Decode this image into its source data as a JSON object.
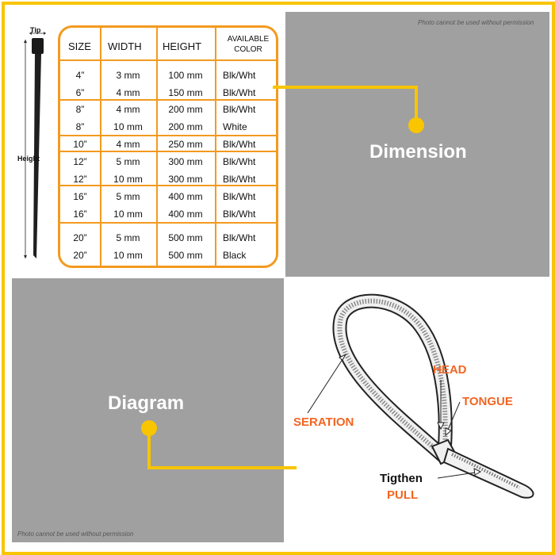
{
  "notices": {
    "top": "Photo cannot be used without permission",
    "bottom": "Photo cannot be used without permission"
  },
  "tie_labels": {
    "tip": "Tip",
    "height": "Height"
  },
  "table": {
    "headers": [
      "SIZE",
      "WIDTH",
      "HEIGHT",
      "AVAILABLE COLOR"
    ],
    "rows": [
      [
        "4”",
        "3 mm",
        "100 mm",
        "Blk/Wht"
      ],
      [
        "6”",
        "4 mm",
        "150 mm",
        "Blk/Wht"
      ],
      [
        "8”",
        "4 mm",
        "200 mm",
        "Blk/Wht"
      ],
      [
        "8”",
        "10 mm",
        "200 mm",
        "White"
      ],
      [
        "10”",
        "4 mm",
        "250 mm",
        "Blk/Wht"
      ],
      [
        "12”",
        "5 mm",
        "300 mm",
        "Blk/Wht"
      ],
      [
        "12”",
        "10 mm",
        "300 mm",
        "Blk/Wht"
      ],
      [
        "16”",
        "5 mm",
        "400 mm",
        "Blk/Wht"
      ],
      [
        "16”",
        "10 mm",
        "400 mm",
        "Blk/Wht"
      ],
      [
        "20”",
        "5 mm",
        "500 mm",
        "Blk/Wht"
      ],
      [
        "20”",
        "10 mm",
        "500 mm",
        "Black"
      ]
    ]
  },
  "sections": {
    "dimension": "Dimension",
    "diagram": "Diagram"
  },
  "diagram_labels": {
    "head": "HEAD",
    "tongue": "TONGUE",
    "seration": "SERATION",
    "tighten": "Tigthen",
    "pull": "PULL"
  },
  "colors": {
    "accent_yellow": "#f8c500",
    "accent_orange": "#f39a1f",
    "label_orange": "#f26522",
    "panel_gray": "#a0a0a0"
  },
  "icons": [
    "cable-tie-icon",
    "cable-tie-diagram-icon"
  ]
}
